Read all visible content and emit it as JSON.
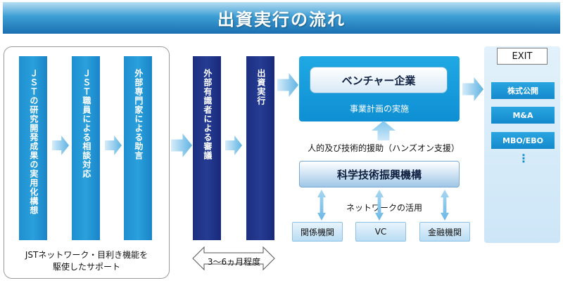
{
  "title": "出資実行の流れ",
  "support_stages": [
    "ＪＳＴの研究開発成果の実用化構想",
    "ＪＳＴ職員による相談対応",
    "外部専門家による助言"
  ],
  "support_caption_line1": "JSTネットワーク・目利き機能を",
  "support_caption_line2": "駆使したサポート",
  "review_stages": [
    "外部有識者による審議",
    "出資実行"
  ],
  "duration_label": "3～6ヵ月程度",
  "venture": {
    "title": "ベンチャー企業",
    "subtitle": "事業計画の実施"
  },
  "aid_label": "人的及び技術的援助（ハンズオン支援）",
  "jst_org": "科学技術振興機構",
  "network_label": "ネットワークの活用",
  "partners": [
    "関係機関",
    "VC",
    "金融機関"
  ],
  "exit": {
    "label": "EXIT",
    "options": [
      "株式公開",
      "M&A",
      "MBO/EBO"
    ],
    "ellipsis": "⋮"
  },
  "colors": {
    "accent_cyan": "#1f8fd0",
    "accent_navy": "#1c2f80",
    "arrow_light": "#5fb3e3"
  }
}
